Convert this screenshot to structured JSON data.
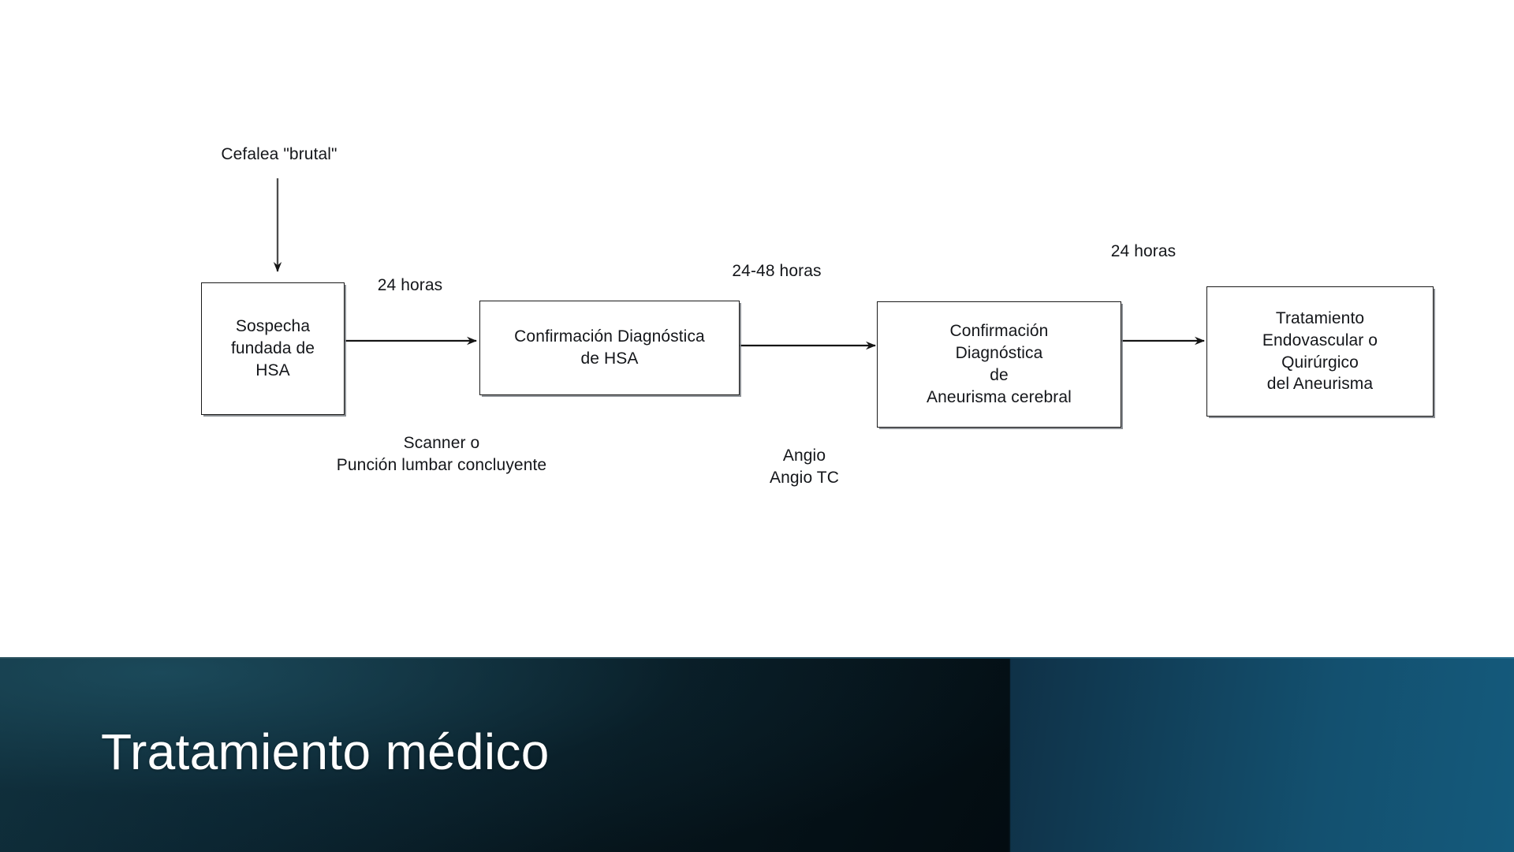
{
  "slide": {
    "title": "Tratamiento médico"
  },
  "theme": {
    "banner_left_color": "#0b2430",
    "banner_right_color": "#13506f",
    "banner_dark_color": "#030c11",
    "title_color": "#ffffff",
    "figure_ink_color": "#14161a",
    "figure_background": "#ffffff"
  },
  "flowchart": {
    "entry_label": "Cefalea \"brutal\"",
    "boxes": [
      {
        "id": "box-sospecha",
        "text": "Sospecha\nfundada de\nHSA"
      },
      {
        "id": "box-confirmacion-hsa",
        "text": "Confirmación Diagnóstica\nde HSA"
      },
      {
        "id": "box-confirmacion-aneurisma",
        "text": "Confirmación\nDiagnóstica\nde\nAneurisma cerebral"
      },
      {
        "id": "box-tratamiento",
        "text": "Tratamiento\nEndovascular o\nQuirúrgico\ndel  Aneurisma"
      }
    ],
    "arrow_labels_above": [
      {
        "id": "label-24-horas-1",
        "text": "24 horas"
      },
      {
        "id": "label-24-48-horas",
        "text": "24-48 horas"
      },
      {
        "id": "label-24-horas-2",
        "text": "24 horas"
      }
    ],
    "arrow_labels_below": [
      {
        "id": "label-scanner",
        "text": "Scanner  o\nPunción lumbar concluyente"
      },
      {
        "id": "label-angio",
        "text": "Angio\nAngio TC"
      }
    ]
  }
}
